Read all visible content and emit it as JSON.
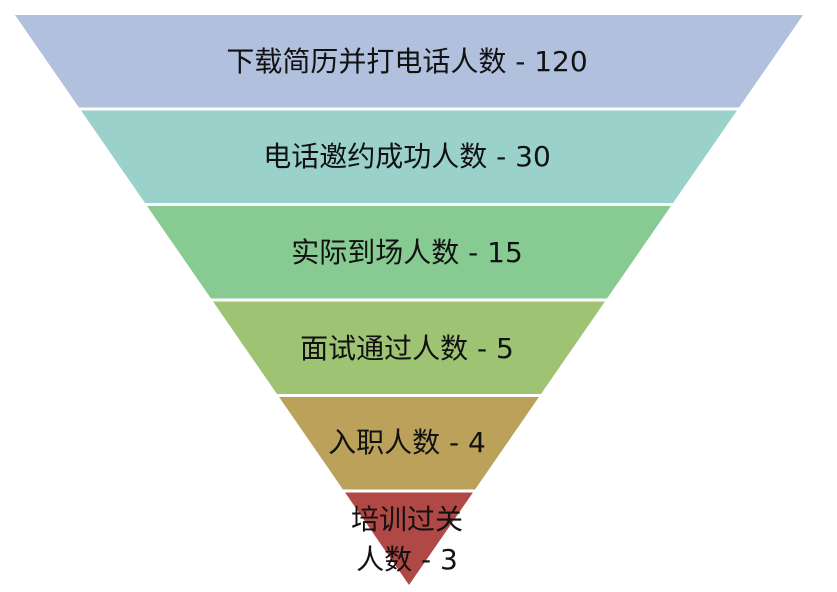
{
  "funnel": {
    "stages": [
      {
        "label": "下载简历并打电话人数 - 120",
        "color": "#B0C0DD"
      },
      {
        "label": "电话邀约成功人数 - 30",
        "color": "#9AD2CB"
      },
      {
        "label": "实际到场人数 - 15",
        "color": "#87CB92"
      },
      {
        "label": "面试通过人数 - 5",
        "color": "#9DC373"
      },
      {
        "label": "入职人数 - 4",
        "color": "#BBA159"
      },
      {
        "label": "培训过关人数 - 3",
        "color": "#B04846"
      }
    ]
  }
}
